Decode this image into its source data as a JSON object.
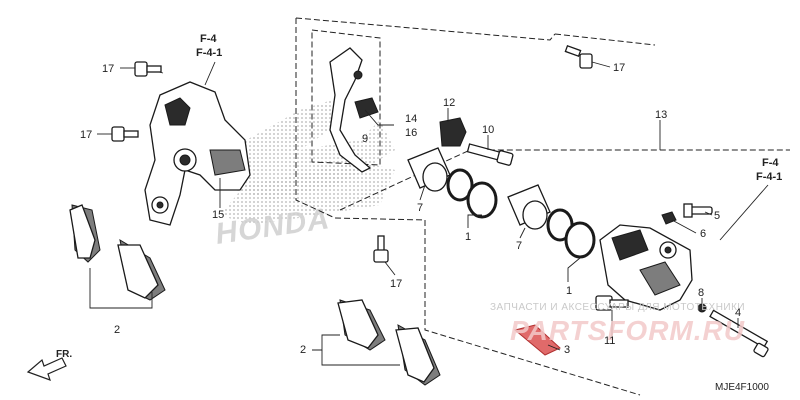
{
  "labels": {
    "ref_f4_left": "F-4",
    "ref_f41_left": "F-4-1",
    "ref_f4_right": "F-4",
    "ref_f41_right": "F-4-1",
    "p17_top_left": "17",
    "p17_mid_left": "17",
    "p17_top_right": "17",
    "p17_bottom": "17",
    "p15": "15",
    "p2_left": "2",
    "p2_bottom": "2",
    "p12": "12",
    "p10": "10",
    "p14": "14",
    "p16": "16",
    "p9": "9",
    "p13": "13",
    "p7_left": "7",
    "p7_right": "7",
    "p1_left": "1",
    "p1_right": "1",
    "p5": "5",
    "p6": "6",
    "p8": "8",
    "p4": "4",
    "p11": "11",
    "p3": "3"
  },
  "watermark": {
    "brand": "HONDA",
    "shop_line": "ЗАПЧАСТИ И АКСЕССУАРЫ ДЛЯ МОТОТЕХНИКИ",
    "shop_name": "PARTSFORM.RU"
  },
  "direction_label": "FR.",
  "diagram_code": "MJE4F1000"
}
